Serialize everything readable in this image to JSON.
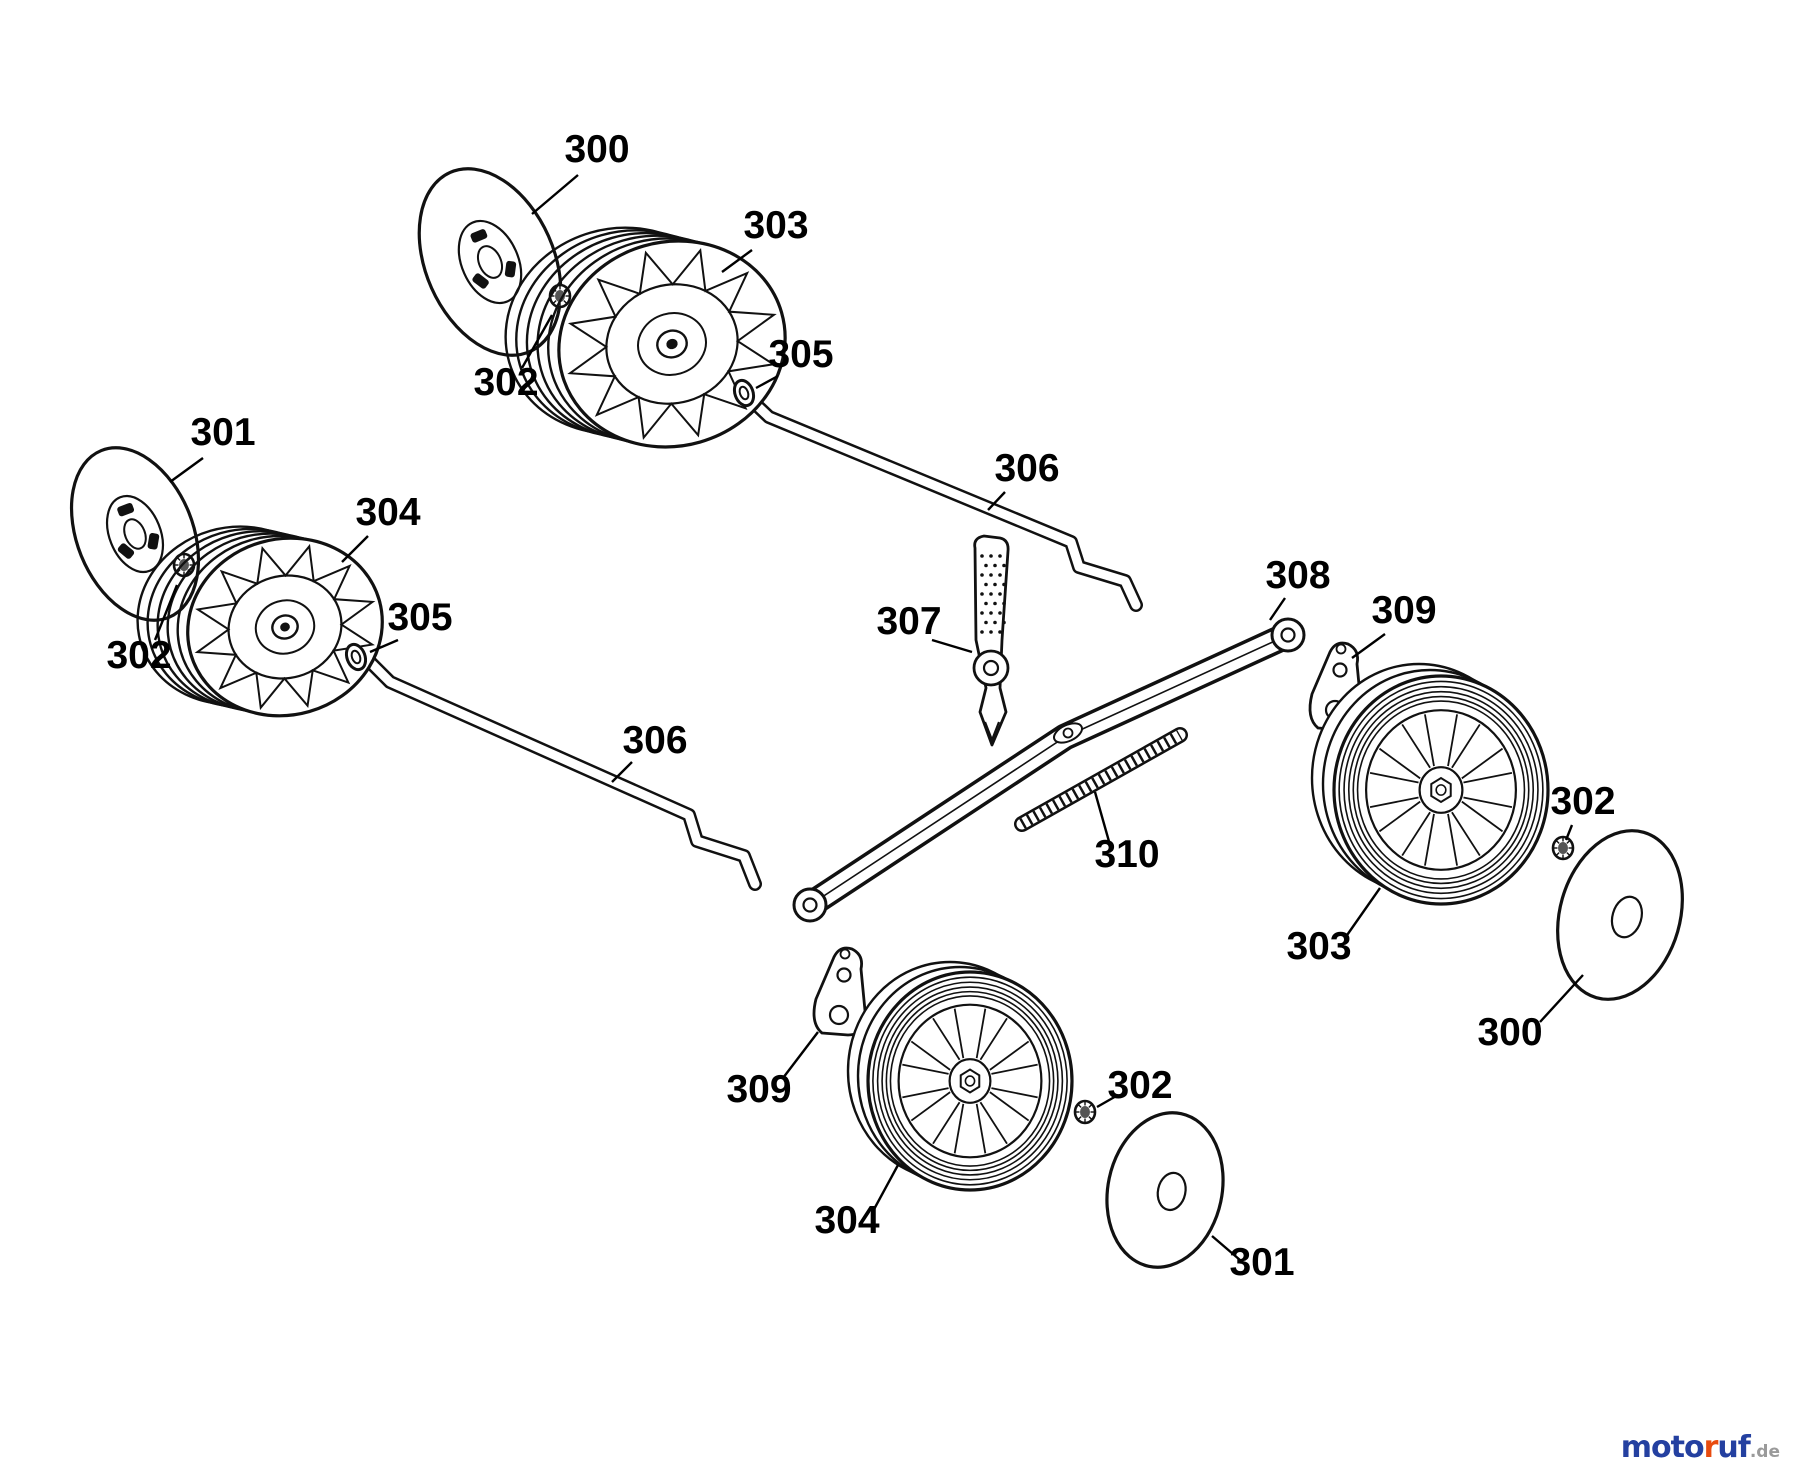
{
  "page": {
    "background": "#ffffff"
  },
  "callouts": [
    {
      "part": "300"
    },
    {
      "part": "303"
    },
    {
      "part": "302"
    },
    {
      "part": "305"
    },
    {
      "part": "306"
    },
    {
      "part": "301"
    },
    {
      "part": "304"
    },
    {
      "part": "302"
    },
    {
      "part": "305"
    },
    {
      "part": "306"
    },
    {
      "part": "307"
    },
    {
      "part": "308"
    },
    {
      "part": "309"
    },
    {
      "part": "310"
    },
    {
      "part": "302"
    },
    {
      "part": "303"
    },
    {
      "part": "300"
    },
    {
      "part": "309"
    },
    {
      "part": "302"
    },
    {
      "part": "304"
    },
    {
      "part": "301"
    }
  ],
  "watermark": {
    "segments": [
      {
        "text": "moto",
        "color": "#2440a0"
      },
      {
        "text": "r",
        "color": "#e84b0f"
      },
      {
        "text": "uf",
        "color": "#2440a0"
      },
      {
        "text": ".de",
        "color": "#9a9a9a"
      }
    ]
  }
}
